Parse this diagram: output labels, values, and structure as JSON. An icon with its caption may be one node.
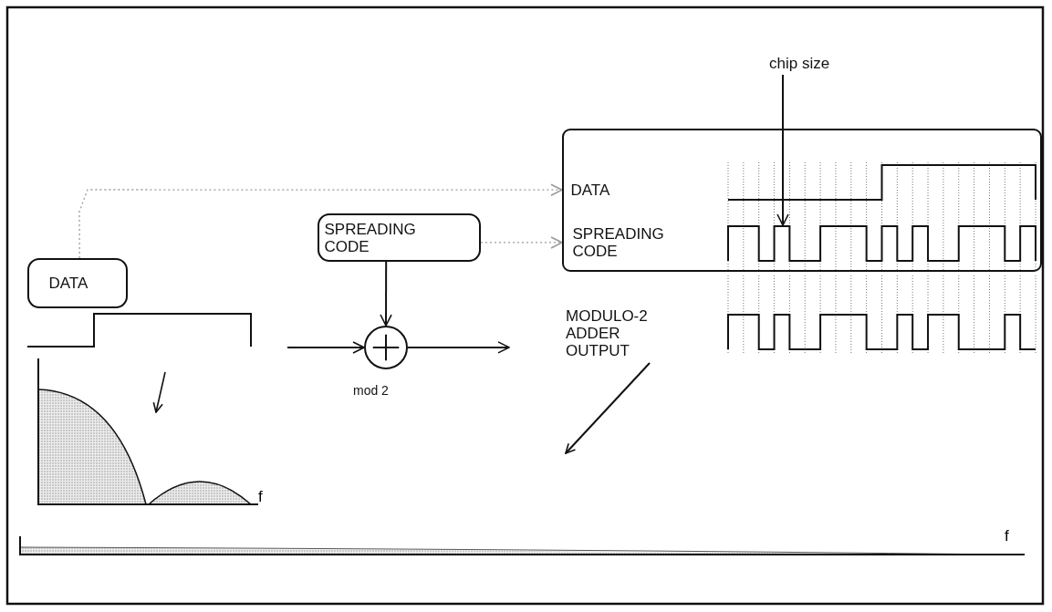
{
  "diagram": {
    "nodes": [
      {
        "text": [
          "chip size"
        ]
      },
      {
        "text": [
          "DATA",
          "SPREADING CODE"
        ]
      },
      {
        "text": [
          "SPREADING CODE"
        ]
      },
      {
        "text": [
          "DATA"
        ]
      },
      {
        "text": [
          "MODULO-2 ADDER OUTPUT"
        ]
      },
      {
        "text": [],
        "shape": "circle",
        "beside": [
          "mod 2"
        ]
      },
      {
        "text": [],
        "shape": "picture",
        "in": 1
      }
    ],
    "edges": [
      {
        "from": 0,
        "to": 6,
        "arrow": "to"
      },
      {
        "from": 3,
        "to": 1,
        "arrow": "to",
        "style": "dashed",
        "color": "#9a9a9a"
      },
      {
        "from": 2,
        "to": 1,
        "arrow": "to",
        "style": "dashed",
        "color": "#9a9a9a"
      },
      {
        "from": 2,
        "to": 5,
        "arrow": "to"
      },
      {
        "from": null,
        "to": 5,
        "arrow": "to"
      },
      {
        "from": 5,
        "to": 4,
        "arrow": "to"
      }
    ],
    "labels": [
      "f",
      "f"
    ]
  }
}
